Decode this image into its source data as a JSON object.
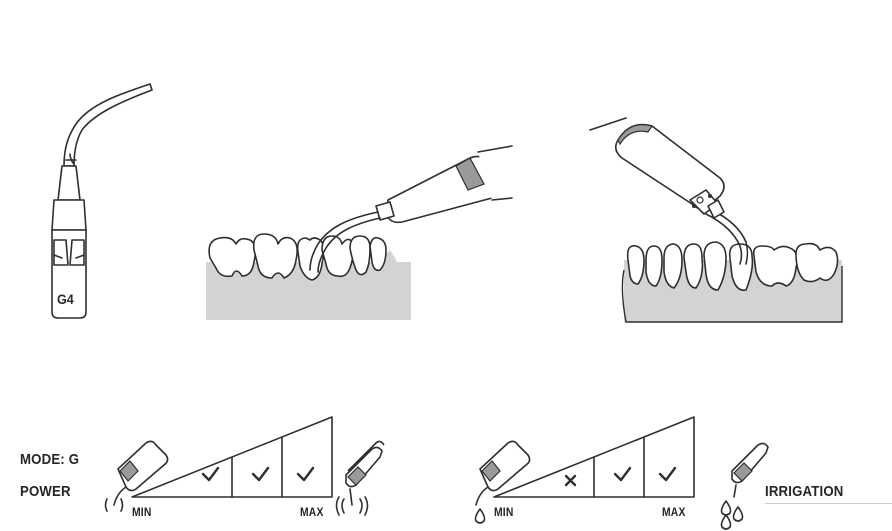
{
  "tip": {
    "code": "G4"
  },
  "settings": {
    "mode_label": "MODE: G",
    "power_label": "POWER",
    "irrigation_label": "IRRIGATION"
  },
  "power_scale": {
    "min_label": "MIN",
    "max_label": "MAX",
    "levels": [
      "check",
      "check",
      "check"
    ]
  },
  "irrigation_scale": {
    "min_label": "MIN",
    "max_label": "MAX",
    "levels": [
      "cross",
      "check",
      "check"
    ]
  },
  "icons": {
    "tip_illustration": "scaler-tip-g4-icon",
    "usage_left": "scaler-on-lower-teeth-icon",
    "usage_right": "scaler-on-lower-teeth-lingual-icon",
    "power_min": "handpiece-low-vibration-icon",
    "power_max": "handpiece-high-vibration-icon",
    "water_min": "handpiece-single-drop-icon",
    "water_max": "handpiece-multi-drop-icon"
  },
  "colors": {
    "line": "#2f2f2f",
    "gum": "#d3d3d3",
    "band": "#9a9a9a"
  }
}
